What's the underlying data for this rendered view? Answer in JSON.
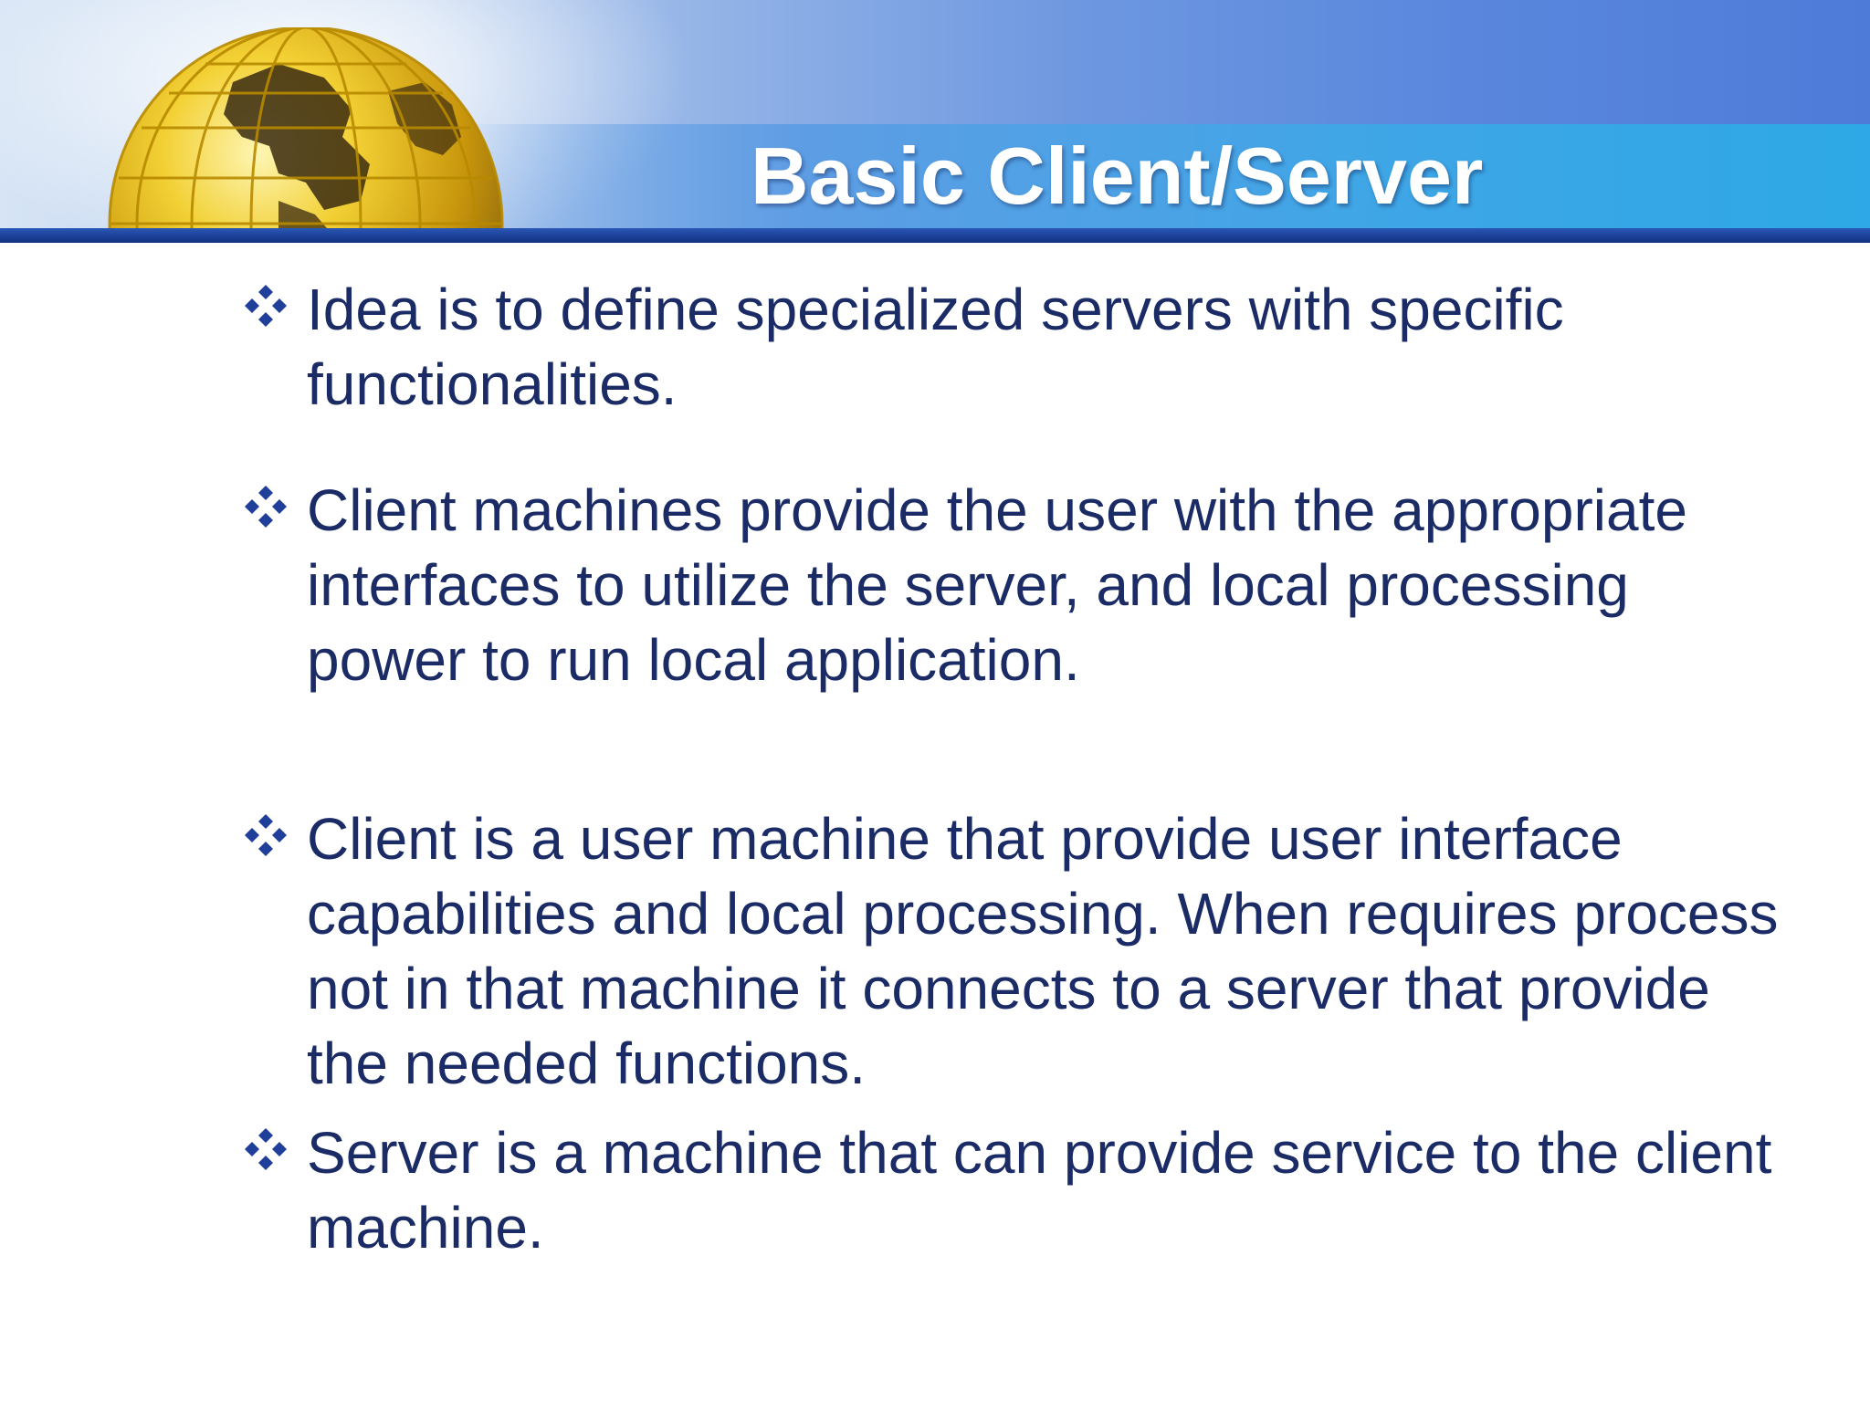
{
  "slide": {
    "title": "Basic Client/Server",
    "bullets": [
      {
        "text": "Idea is to define specialized servers with specific functionalities."
      },
      {
        "text": "Client machines provide the user with the appropriate interfaces to utilize the server, and local processing power to run local application."
      },
      {
        "text": "Client is a user machine that provide user interface capabilities and local processing. When requires process not in that machine it connects to a server that provide the needed functions."
      },
      {
        "text": "Server is a machine that can provide service to the client machine."
      }
    ]
  },
  "icons": {
    "bullet": "four-diamond-bullet-icon",
    "header_image": "globe-icon"
  },
  "colors": {
    "title_text": "#ffffff",
    "body_text": "#1a2b66",
    "bullet_icon": "#1f3f9a",
    "banner_line": "#1a3f96",
    "globe_gold": "#e8b800"
  }
}
